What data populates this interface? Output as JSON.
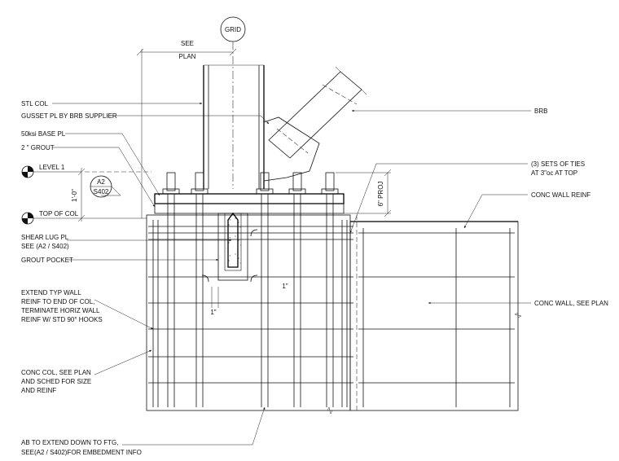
{
  "grid_bubble": "GRID",
  "dimension": {
    "see": "SEE",
    "plan": "PLAN",
    "height": "1'-0\"",
    "projection": "6\" PROJ",
    "offset": "1\""
  },
  "section_tag": {
    "top": "A2",
    "bottom": "S402"
  },
  "labels_left": {
    "stl_col": "STL COL",
    "gusset": "GUSSET PL BY BRB SUPPLIER",
    "base_pl": "50ksi BASE PL",
    "grout": "2 \" GROUT",
    "level1": "LEVEL 1",
    "top_of_col": "TOP OF COL",
    "shear_lug_1": "SHEAR LUG PL",
    "shear_lug_2": "SEE (A2 / S402)",
    "grout_pocket": "GROUT POCKET",
    "extend_1": "EXTEND TYP WALL",
    "extend_2": "REINF TO END OF COL,",
    "extend_3": "TERMINATE HORIZ WALL",
    "extend_4": "REINF W/ STD 90° HOOKS",
    "conc_col_1": "CONC COL, SEE PLAN",
    "conc_col_2": "AND SCHED FOR SIZE",
    "conc_col_3": "AND REINF",
    "ab_1": "AB TO EXTEND DOWN TO FTG,",
    "ab_2": "SEE(A2 / S402)FOR EMBEDMENT INFO"
  },
  "labels_right": {
    "brb": "BRB",
    "ties_1": "(3) SETS OF TIES",
    "ties_2": "AT 3\"oc AT TOP",
    "wall_reinf": "CONC WALL REINF",
    "conc_wall": "CONC WALL, SEE PLAN"
  }
}
